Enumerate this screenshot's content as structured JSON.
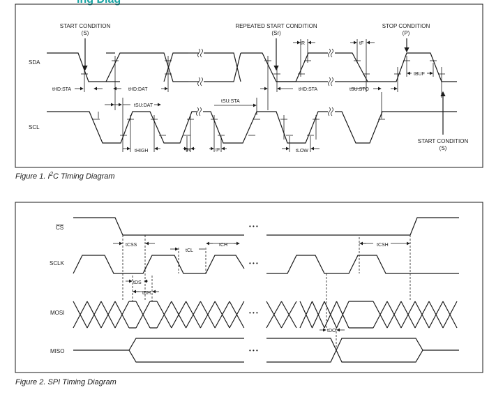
{
  "heading_fragment": "ing Diag",
  "figure1": {
    "caption_pre": "Figure 1. I",
    "caption_sup": "2",
    "caption_post": "C Timing Diagram",
    "signals": {
      "sda": "SDA",
      "scl": "SCL"
    },
    "conditions": {
      "start": "START CONDITION",
      "start_sym": "(S)",
      "repeated_start": "REPEATED START CONDITION",
      "repeated_start_sym": "(Sr)",
      "stop": "STOP CONDITION",
      "stop_sym": "(P)",
      "start2": "START CONDITION",
      "start2_sym": "(S)"
    },
    "timing": {
      "thd_sta": "tHD:STA",
      "thd_dat": "tHD:DAT",
      "tsu_dat": "tSU:DAT",
      "thigh": "tHIGH",
      "tr": "tR",
      "tf": "tF",
      "tsu_sta": "tSU:STA",
      "thd_sta2": "tHD:STA",
      "tsu_sto": "tSU:STO",
      "tlow": "tLOW",
      "tr_top": "tR",
      "tf_top": "tF",
      "tbuf": "tBUF"
    }
  },
  "figure2": {
    "caption": "Figure 2. SPI Timing Diagram",
    "signals": {
      "cs": "CS",
      "sclk": "SCLK",
      "mosi": "MOSI",
      "miso": "MISO"
    },
    "timing": {
      "tcss": "tCSS",
      "tcl": "tCL",
      "tch": "tCH",
      "tcsh": "tCSH",
      "tds": "tDS",
      "tdh": "tDH",
      "tdo": "tDO"
    },
    "ellipsis": "• • •"
  }
}
